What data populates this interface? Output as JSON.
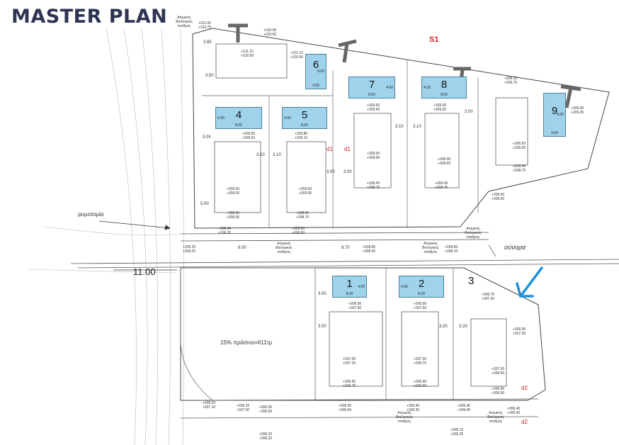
{
  "header": {
    "title": "MASTER PLAN"
  },
  "labels": {
    "s1": "S1",
    "rymotomia": "ρυμοτομία",
    "synora": "σύνορα",
    "road_width": "11.00",
    "green_area": "15% πράσινο=611τμ",
    "bio_1": "Ατομικός Βιολογικός σταθμός",
    "bio_2": "Ατομικός Βιολογικός σταθμός",
    "bio_3": "Ατομικός Βιολογικός σταθμός",
    "bio_4": "Ατομικός Βιολογικός σταθμός",
    "bio_5": "Ατομικός Βιολογικός σταθμός",
    "bio_6": "Ατομικός Βιολογικός σταθμός",
    "d1a": "d1",
    "d1b": "d1",
    "d2a": "d2",
    "d2b": "d2"
  },
  "pools": [
    {
      "id": "1",
      "w": "8.00",
      "h": "4.00"
    },
    {
      "id": "2",
      "w": "8.00",
      "h": "4.00"
    },
    {
      "id": "4",
      "w": "8.00",
      "h": "4.00"
    },
    {
      "id": "5",
      "w": "8.00",
      "h": "4.00"
    },
    {
      "id": "6",
      "w": "4.00",
      "h": "8.00"
    },
    {
      "id": "7",
      "w": "8.00",
      "h": "4.00"
    },
    {
      "id": "8",
      "w": "8.00",
      "h": "4.00"
    },
    {
      "id": "9",
      "w": "4.00",
      "h": "8.00"
    }
  ],
  "plot3": "3",
  "dims": {
    "a": "3.85",
    "b": "3.50",
    "c": "3.05",
    "d": "3.10",
    "e": "3.10",
    "f": "3.00",
    "g": "3.10",
    "h": "3.10",
    "i": "3.00",
    "j": "3.00",
    "k": "3.00",
    "l": "3.00",
    "m": "3.20",
    "n": "3.20",
    "o": "6.00",
    "p": "8.70",
    "q": "5.00"
  },
  "levels": {
    "l01": "+311.00 +310.75",
    "l02": "+310.90 +310.60",
    "l03": "+311.15 +310.50",
    "l04": "+311.15 +310.50",
    "l05": "+309.25 +309.75",
    "l06": "+309.40 +309.35",
    "l07": "+309.95 +309.65",
    "l08": "+309.80 +309.10",
    "l09": "+309.65 +309.60",
    "l10": "+309.60 +309.55",
    "l11": "+309.00 +309.00",
    "l12": "+309.00 +308.65",
    "l13": "+309.00 +309.00",
    "l14": "+309.00 +309.00",
    "l15": "+308.95 +308.35",
    "l16": "+308.85 +308.70",
    "l17": "+309.45 +308.75",
    "l18": "+309.45 +308.75",
    "l19": "+309.50 +309.00",
    "l20": "+309.45 +308.75",
    "l21": "+309.00 +308.50",
    "l22": "+308.40 +308.35",
    "l23": "+308.60 +308.50",
    "l24": "+306.25 +306.25",
    "l25": "+308.85 +308.25",
    "l26": "+308.85 +308.15",
    "l27": "+306.75 +307.50",
    "l28": "+306.95 +307.50",
    "l29": "+306.95 +307.50",
    "l30": "+306.95 +307.00",
    "l31": "+307.00 +307.25",
    "l32": "+307.00 +306.75",
    "l33": "+307.00 +306.60",
    "l34": "+306.95 +306.75",
    "l35": "+306.95 +306.60",
    "l36": "+306.90 +306.50",
    "l37": "+306.25 +307.10",
    "l38": "+306.25 +307.00",
    "l39": "+306.30 +306.60",
    "l40": "+306.90 +306.60",
    "l41": "+306.40 +306.50",
    "l42": "+306.40 +306.40",
    "l43": "+306.40 +306.40",
    "l44": "+306.20 +306.25",
    "l45": "+306.15 +306.25"
  },
  "colors": {
    "title": "#2e3553",
    "pool": "#9fd3ec",
    "arrow": "#1d8fe0",
    "red": "#d02020"
  }
}
